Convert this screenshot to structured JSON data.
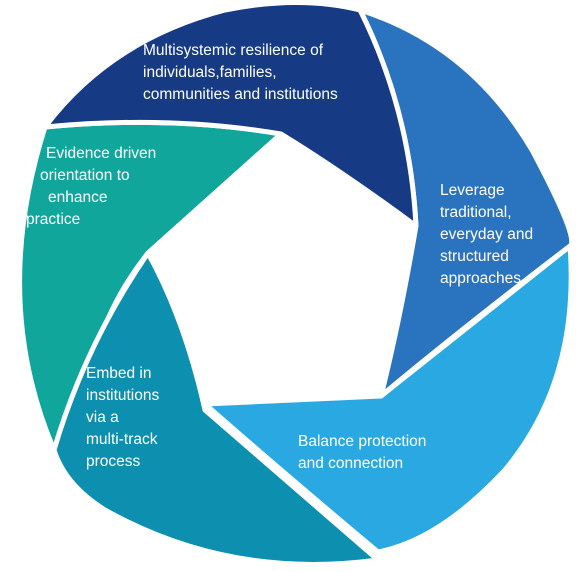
{
  "segments": [
    {
      "id": "top",
      "color": "#173A84",
      "lines": [
        "Multisystemic resilience of",
        "individuals,families,",
        "communities and institutions"
      ]
    },
    {
      "id": "right",
      "color": "#2A73BE",
      "lines": [
        "Leverage",
        "traditional,",
        "everyday and",
        "structured",
        "approaches"
      ]
    },
    {
      "id": "bottom",
      "color": "#2AA8E2",
      "lines": [
        "Balance protection",
        "and connection"
      ]
    },
    {
      "id": "left",
      "color": "#0D8FB0",
      "lines": [
        "Embed in",
        "institutions",
        "via a",
        "multi-track",
        "process"
      ]
    },
    {
      "id": "upleft",
      "color": "#10A69C",
      "lines": [
        "Evidence driven",
        "orientation to",
        "enhance",
        "practice"
      ]
    }
  ]
}
